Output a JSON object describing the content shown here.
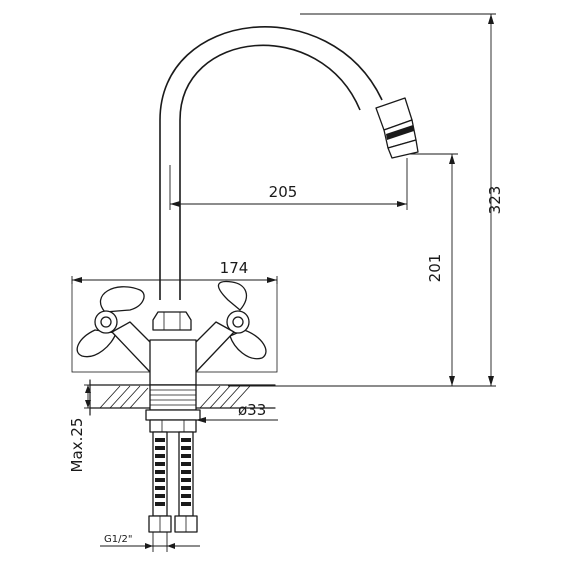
{
  "dimensions": {
    "total_height": "323",
    "spout_height": "201",
    "spout_reach": "205",
    "base_width": "174",
    "mount_hole": "ø33",
    "max_thickness": "Max.25",
    "thread": "G1/2\""
  }
}
